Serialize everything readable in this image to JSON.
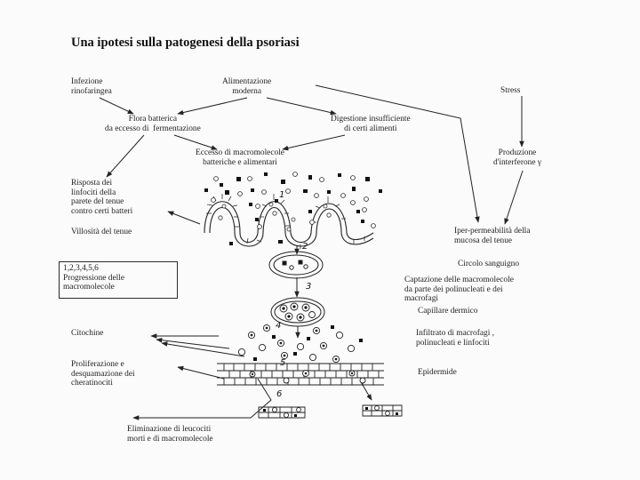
{
  "title": "Una ipotesi sulla patogenesi della psoriasi",
  "nodes": {
    "infezione": "Infezione\nrinofaringea",
    "alimentazione": "Alimentazione\nmoderna",
    "stress": "Stress",
    "flora": "Flora batterica\nda eccesso di  fermentazione",
    "digestione": "Digestione insufficiente\ndi certi alimenti",
    "eccesso": "Eccesso di macromolecole\nbatteriche e alimentari",
    "produzione": "Produzione\nd'interferone γ",
    "risposta": "Risposta dei\nlinfociti della\nparete del tenue\ncontro certi batteri",
    "villosita": "Villosità del tenue",
    "iperpermeabilita": "Iper-permeabilità della\nmucosa del tenue",
    "circolo": "Circolo sanguigno",
    "legend": "1,2,3,4,5,6\nProgressione delle\nmacromolecole",
    "captazione": "Captazione delle macromolecole\nda parte dei polinucleati e dei\nmacrofagi",
    "capillare": "Capillare dermico",
    "citochine": "Citochine",
    "infiltrato": "Infiltrato di macrofagi ,\npolinucleati e linfociti",
    "proliferazione": "Proliferazione e\ndesquamazione dei\ncheratinociti",
    "epidermide": "Epidermide",
    "eliminazione": "Eliminazione di leucociti\nmorti e di macromolecole"
  },
  "step_labels": [
    "1",
    "2",
    "3",
    "4",
    "5",
    "6"
  ]
}
